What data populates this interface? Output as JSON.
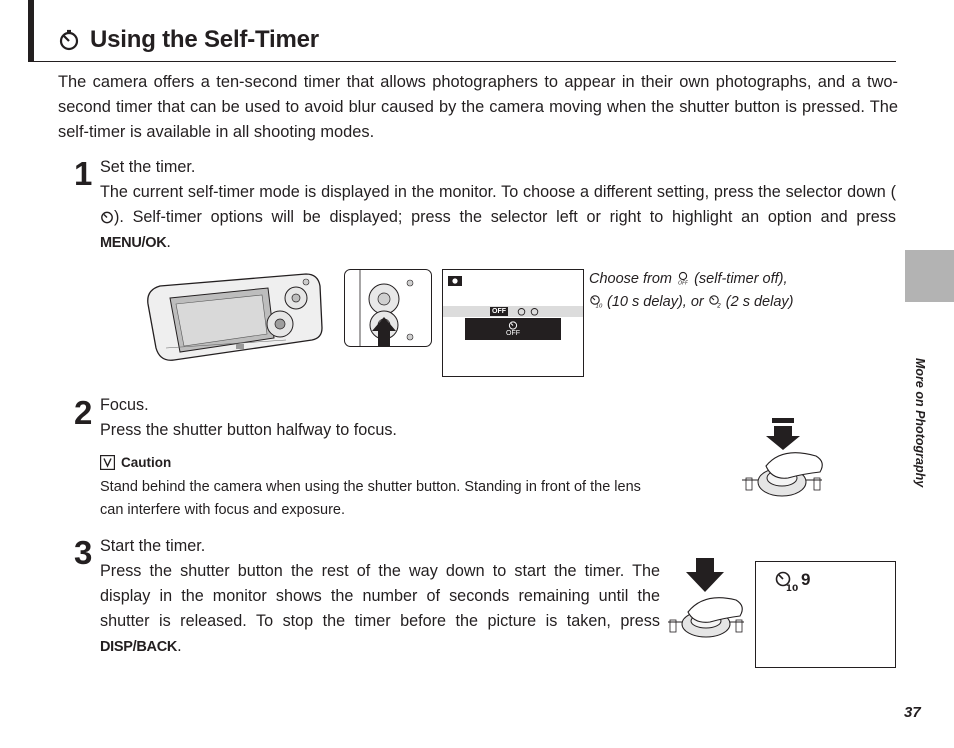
{
  "heading": {
    "title": "Using the Self-Timer"
  },
  "intro": "The camera offers a ten-second timer that allows photographers to appear in their own photographs, and a two-second timer that can be used to avoid blur caused by the camera moving when the shutter button is pressed.  The self-timer is available in all shooting modes.",
  "steps": [
    {
      "number": "1",
      "heading": "Set the timer.",
      "body_part1": "The current self-timer mode is displayed in the monitor.  To choose a different setting, press the selector down (",
      "body_part2": ").  Self-timer options will be displayed; press the selector left or right to highlight an option and press ",
      "keyword": "MENU/OK",
      "body_end": "."
    },
    {
      "number": "2",
      "heading": "Focus.",
      "body": "Press the shutter button halfway to focus."
    },
    {
      "number": "3",
      "heading": "Start the timer.",
      "body_part1": "Press the shutter button the rest of the way down to start the timer.  The display in the monitor shows the number of seconds remaining until the shutter is released.  To stop the timer before the picture is taken, press ",
      "keyword": "DISP/BACK",
      "body_end": "."
    }
  ],
  "caption": {
    "line1_a": "Choose from ",
    "line1_b": " (self-timer off),",
    "line2_a": " (10 s delay), or ",
    "line2_b": " (2 s delay)"
  },
  "monitor_menu": {
    "off_label": "OFF",
    "selected_label": "OFF"
  },
  "caution": {
    "label": "Caution",
    "body": "Stand behind the camera when using the shutter button.  Standing in front of the lens can interfere with focus and exposure."
  },
  "countdown_display": {
    "seconds": "9"
  },
  "sidebar": {
    "section": "More on Photography"
  },
  "page": {
    "number": "37"
  }
}
